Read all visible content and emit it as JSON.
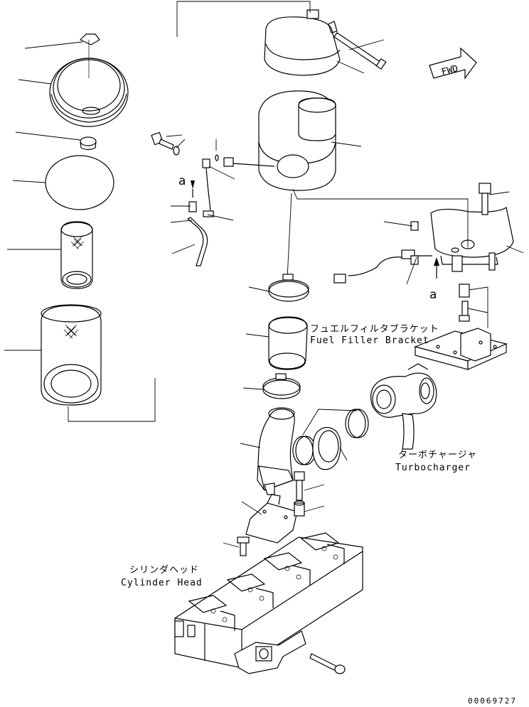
{
  "labels": {
    "fuel_filler_bracket_jp": "フュエルフィルタブラケット",
    "fuel_filler_bracket_en": "Fuel Filler Bracket",
    "turbocharger_jp": "ターボチャージャ",
    "turbocharger_en": "Turbocharger",
    "cylinder_head_jp": "シリンダヘッド",
    "cylinder_head_en": "Cylinder Head"
  },
  "markers": {
    "a_upper": "a",
    "a_lower": "a"
  },
  "direction_arrow": "FWD",
  "document_number": "00069727"
}
